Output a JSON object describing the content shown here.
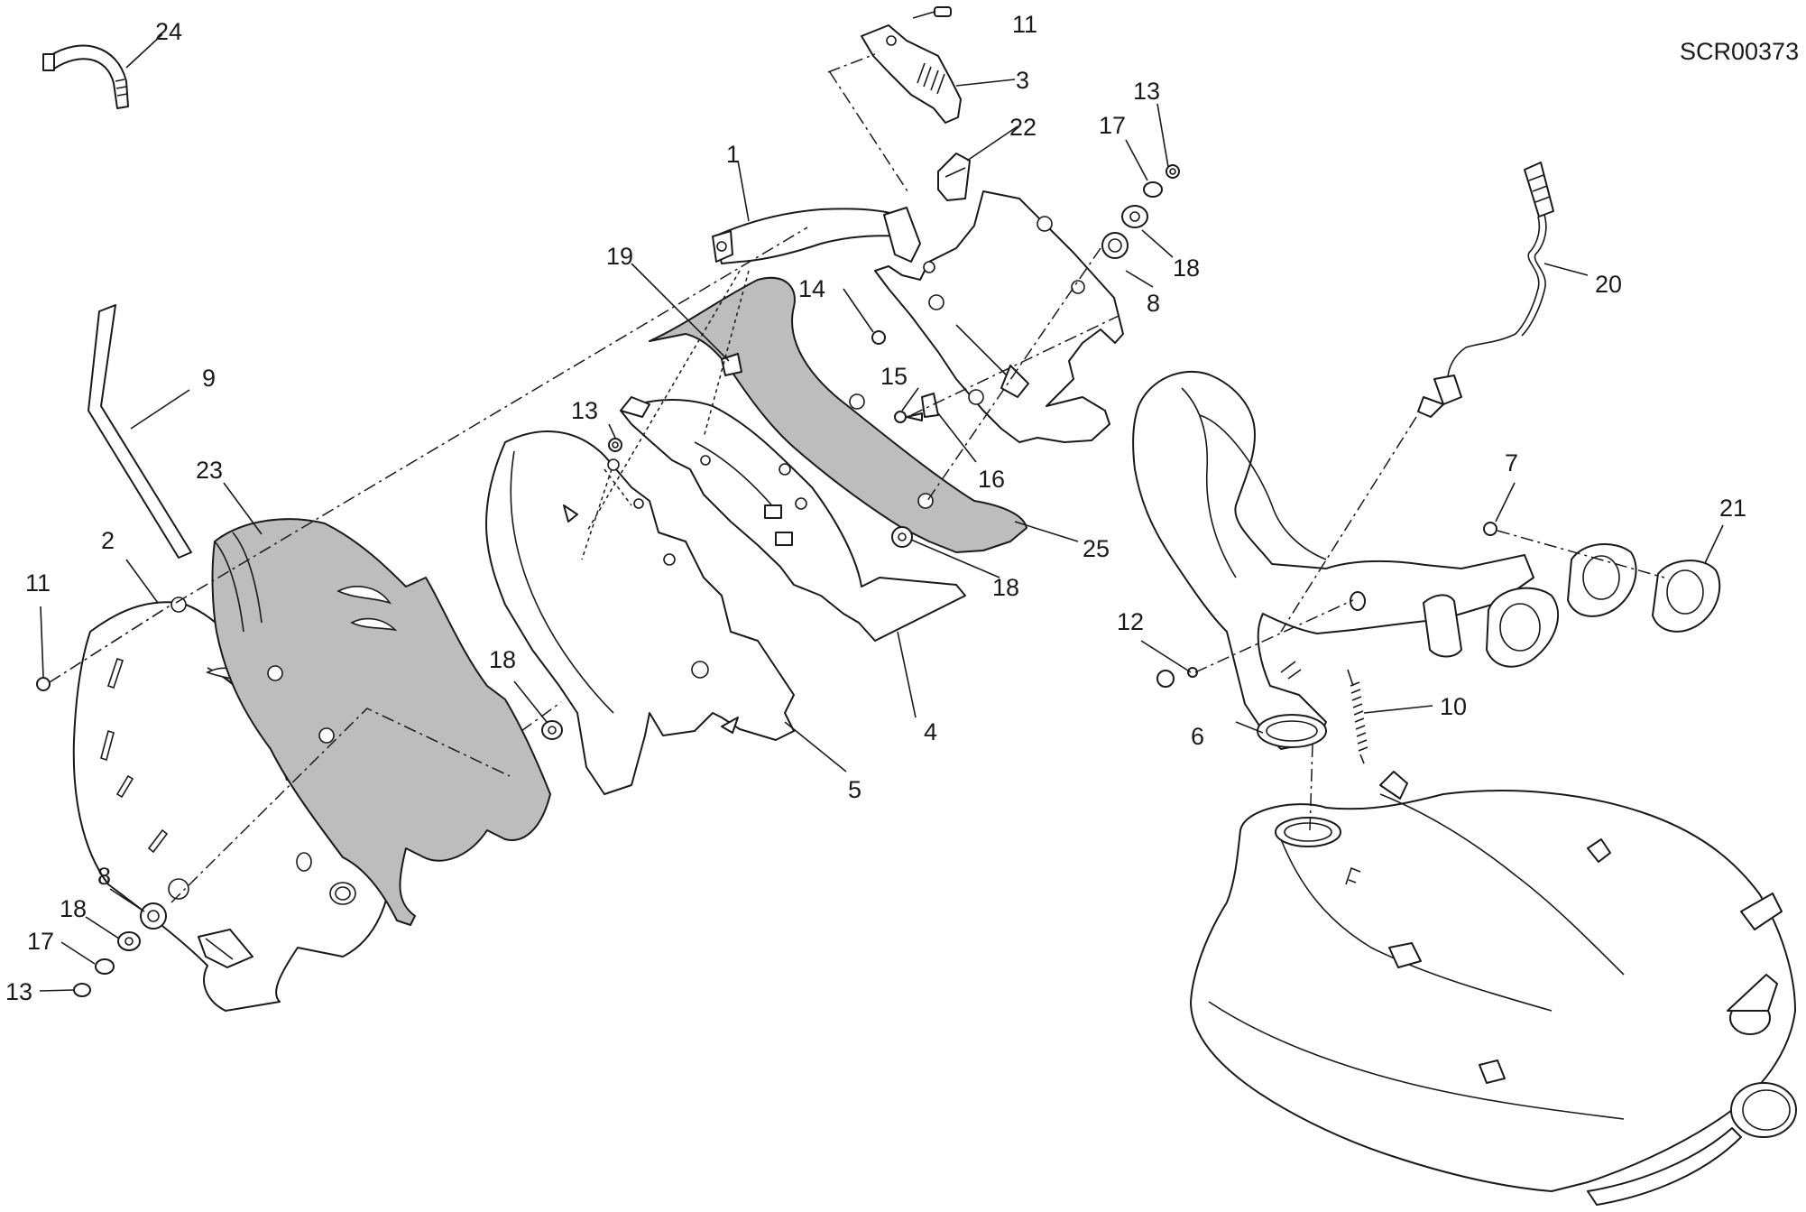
{
  "drawing_code": "SCR00373",
  "labels": {
    "l24": "24",
    "l11a": "11",
    "l3": "3",
    "l22": "22",
    "l13a": "13",
    "l17a": "17",
    "l18a": "18",
    "l8a": "8",
    "l1": "1",
    "l20": "20",
    "l19": "19",
    "l14": "14",
    "l15": "15",
    "l16": "16",
    "l9": "9",
    "l13b": "13",
    "l23": "23",
    "l25": "25",
    "l2": "2",
    "l11b": "11",
    "l18b": "18",
    "l7": "7",
    "l21": "21",
    "l12": "12",
    "l18c": "18",
    "l10": "10",
    "l6": "6",
    "l4": "4",
    "l5": "5",
    "l8b": "8",
    "l18d": "18",
    "l17b": "17",
    "l13c": "13"
  }
}
